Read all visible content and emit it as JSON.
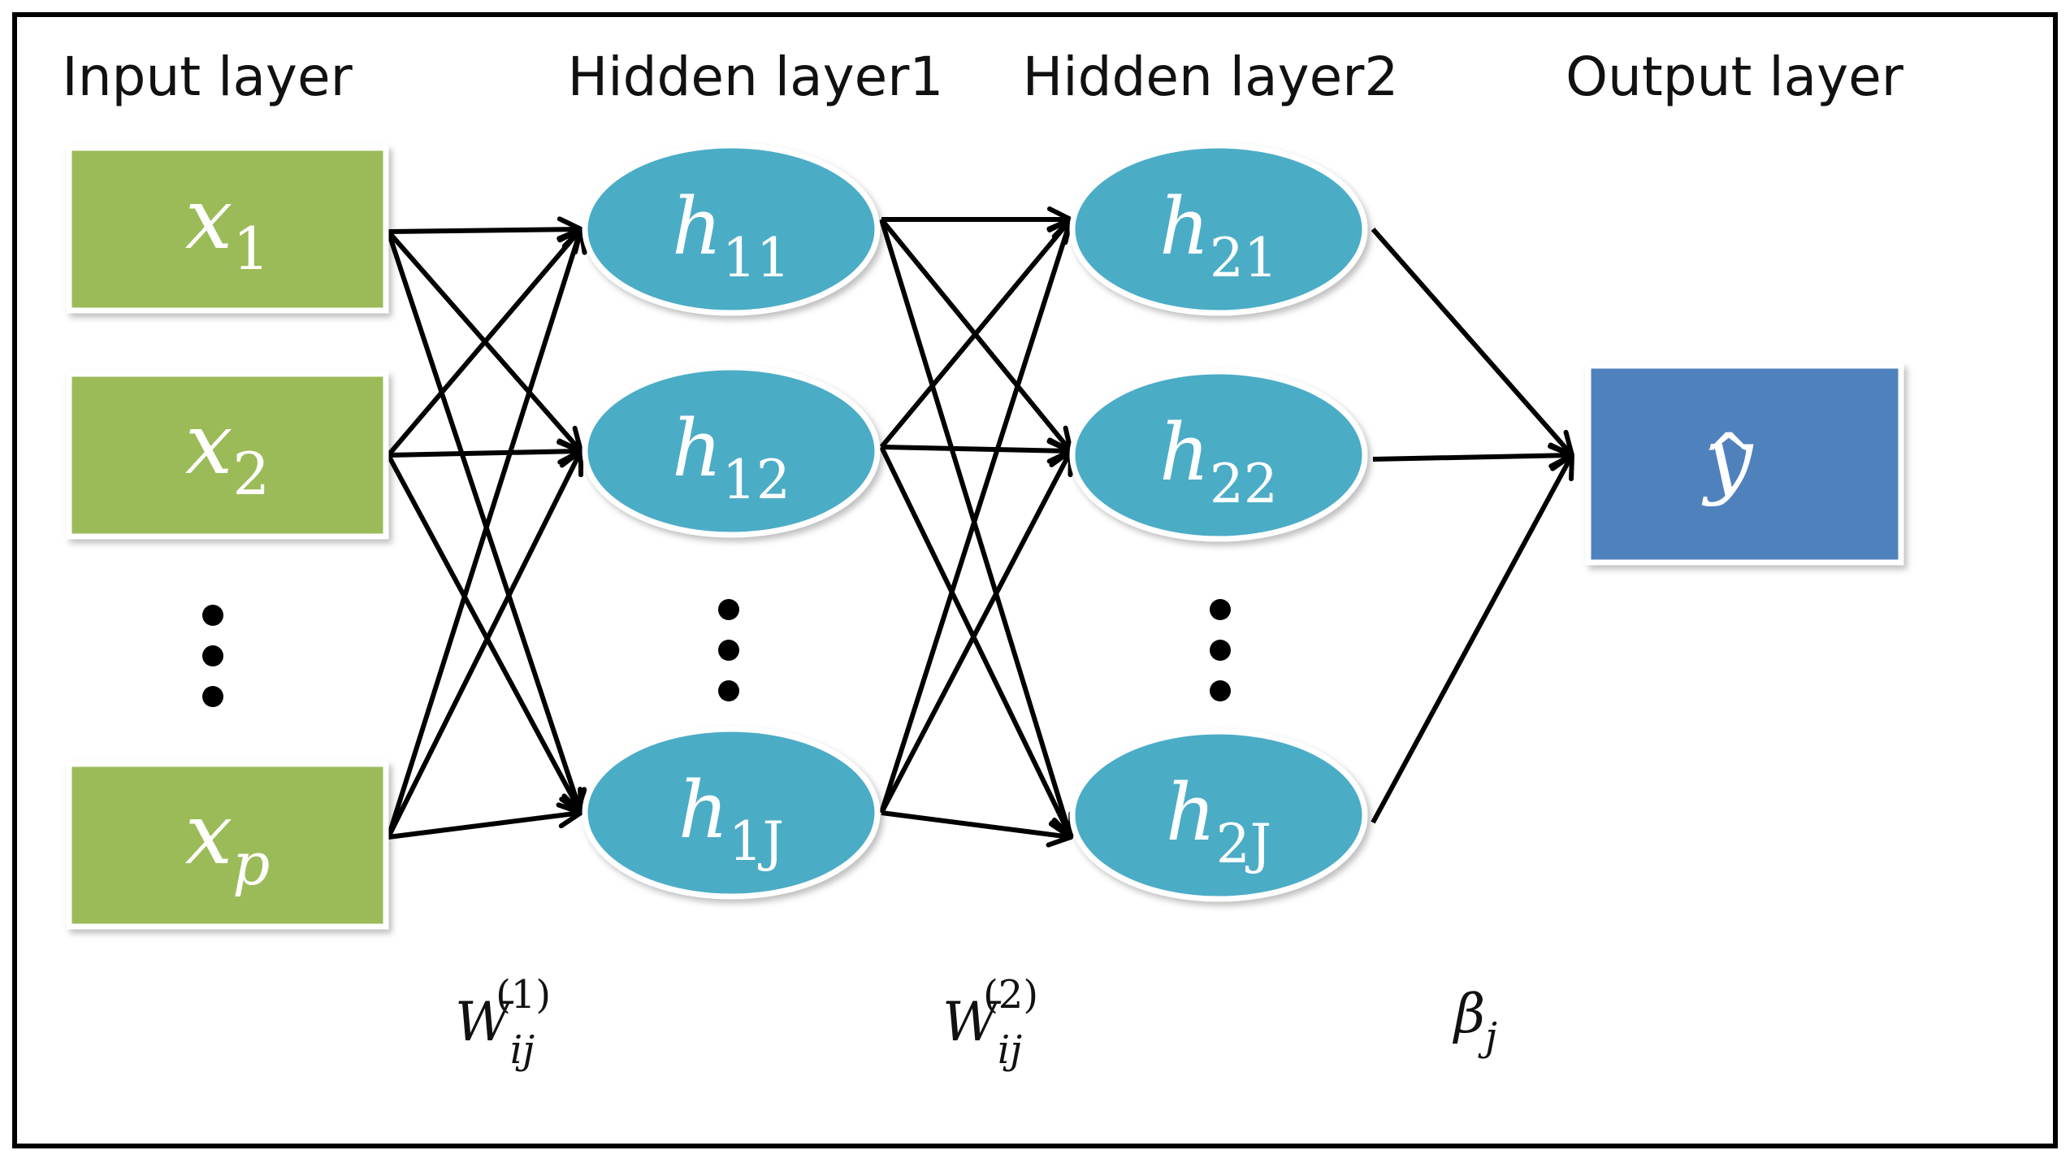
{
  "layers": {
    "input_title": "Input layer",
    "hidden1_title": "Hidden layer1",
    "hidden2_title": "Hidden layer2",
    "output_title": "Output layer"
  },
  "nodes": {
    "input": [
      {
        "var": "x",
        "sub": "1"
      },
      {
        "var": "x",
        "sub": "2"
      },
      {
        "var": "x",
        "sub": "p"
      }
    ],
    "hidden1": [
      {
        "var": "h",
        "sub": "11"
      },
      {
        "var": "h",
        "sub": "12"
      },
      {
        "var": "h",
        "sub": "1J"
      }
    ],
    "hidden2": [
      {
        "var": "h",
        "sub": "21"
      },
      {
        "var": "h",
        "sub": "22"
      },
      {
        "var": "h",
        "sub": "2J"
      }
    ],
    "output": {
      "var": "y",
      "hat": "^"
    }
  },
  "weights": {
    "w1": {
      "sym": "W",
      "sub": "ij",
      "sup": "(1)"
    },
    "w2": {
      "sym": "W",
      "sub": "ij",
      "sup": "(2)"
    },
    "beta": {
      "sym": "β",
      "sub": "j"
    }
  },
  "colors": {
    "input_node": "#9bbb59",
    "hidden_node": "#4bacc6",
    "output_node": "#4f81bd",
    "arrow": "#000000",
    "frame": "#000000"
  }
}
